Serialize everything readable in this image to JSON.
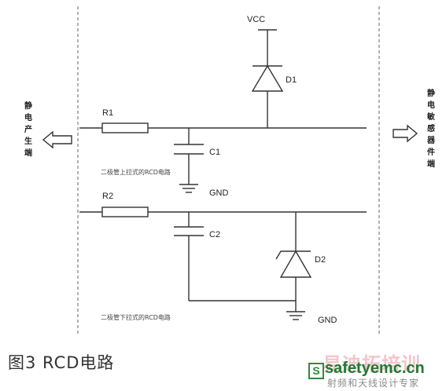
{
  "labels": {
    "vcc": "VCC",
    "d1": "D1",
    "r1": "R1",
    "c1": "C1",
    "gnd1": "GND",
    "r2": "R2",
    "c2": "C2",
    "d2": "D2",
    "gnd2": "GND",
    "pullup_caption": "二极管上拉式的RCD电路",
    "pulldown_caption": "二极管下拉式的RCD电路",
    "left_side": [
      "静",
      "电",
      "产",
      "生",
      "端"
    ],
    "right_side": [
      "静",
      "电",
      "敏",
      "感",
      "器",
      "件",
      "端"
    ]
  },
  "figure_caption": "图3  RCD电路",
  "watermark": {
    "top": "易迪拓培训",
    "logo": "S",
    "site": "safetyemc.cn",
    "sub": "射频和天线设计专家"
  },
  "colors": {
    "line": "#333333",
    "dashed": "#666666",
    "watermark_pink": "#f3c2c8",
    "watermark_green": "#1f7a34"
  }
}
